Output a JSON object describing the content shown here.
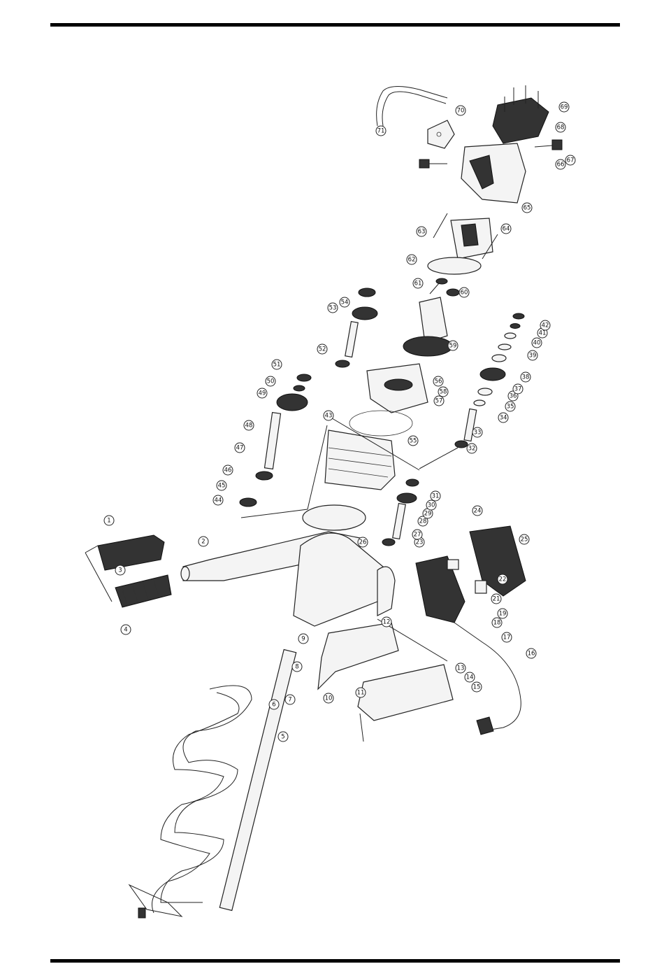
{
  "diagram": {
    "type": "exploded-parts-view",
    "callouts": [
      "1",
      "2",
      "3",
      "4",
      "5",
      "6",
      "7",
      "8",
      "9",
      "10",
      "11",
      "12",
      "13",
      "14",
      "15",
      "16",
      "17",
      "18",
      "19",
      "21",
      "22",
      "23",
      "24",
      "25",
      "26",
      "27",
      "28",
      "29",
      "30",
      "31",
      "32",
      "33",
      "34",
      "35",
      "36",
      "37",
      "38",
      "39",
      "40",
      "41",
      "42",
      "43",
      "44",
      "45",
      "46",
      "47",
      "48",
      "49",
      "50",
      "51",
      "52",
      "53",
      "54",
      "55",
      "56",
      "57",
      "58",
      "59",
      "60",
      "61",
      "62",
      "63",
      "64",
      "65",
      "66",
      "67",
      "68",
      "69",
      "70",
      "71"
    ]
  }
}
